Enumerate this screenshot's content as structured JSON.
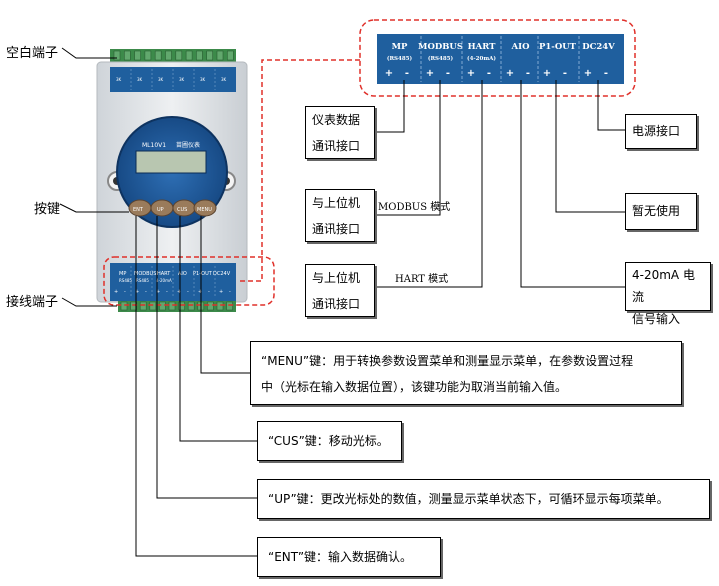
{
  "left_labels": {
    "blank_terminal": "空白端子",
    "keys": "按键",
    "wiring_terminal": "接线端子"
  },
  "device": {
    "model": "ML10V1",
    "brand": "苗圃仪表",
    "buttons": [
      "ENT",
      "UP",
      "CUS",
      "MENU"
    ],
    "terminal_labels": [
      "MP",
      "MODBUS",
      "HART",
      "AIO",
      "P1-OUT",
      "DC24V"
    ],
    "terminal_sublabels": [
      "RS485",
      "RS485",
      "4-20mA",
      "",
      "",
      ""
    ],
    "top_terminal_mark": "3K"
  },
  "top_panel": {
    "columns": [
      {
        "name": "MP",
        "sub": "(RS485)"
      },
      {
        "name": "MODBUS",
        "sub": "(RS485)"
      },
      {
        "name": "HART",
        "sub": "(4-20mA)"
      },
      {
        "name": "AIO",
        "sub": ""
      },
      {
        "name": "P1-OUT",
        "sub": ""
      },
      {
        "name": "DC24V",
        "sub": ""
      }
    ],
    "plus": "+",
    "minus": "-"
  },
  "callouts": {
    "instrument_data": [
      "仪表数据",
      "通讯接口"
    ],
    "upper_modbus": [
      "与上位机",
      "通讯接口"
    ],
    "upper_hart": [
      "与上位机",
      "通讯接口"
    ],
    "power": "电源接口",
    "unused": "暂无使用",
    "analog": [
      "4-20mA 电 流",
      "信号输入"
    ]
  },
  "notes": {
    "modbus_mode": "MODBUS 模式",
    "hart_mode": "HART 模式"
  },
  "key_descriptions": {
    "menu": [
      "“MENU”键：用于转换参数设置菜单和测量显示菜单，在参数设置过程",
      "中（光标在输入数据位置），该键功能为取消当前输入值。"
    ],
    "cus": "“CUS”键：移动光标。",
    "up": "“UP”键：更改光标处的数值，测量显示菜单状态下，可循环显示每项菜单。",
    "ent": "“ENT”键：输入数据确认。"
  },
  "colors": {
    "panel_blue": "#1f5f9e",
    "terminal_green": "#3c8a4a",
    "dashed_red": "#e0302a",
    "device_body": "#e6e9ec"
  }
}
